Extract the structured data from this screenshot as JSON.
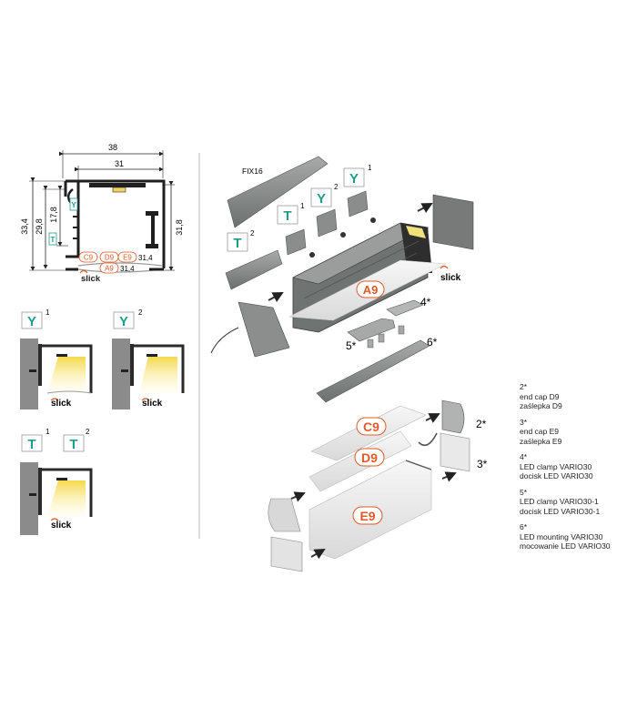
{
  "dimensions": {
    "width_total": "38",
    "width_inner": "31",
    "height_outer": "33,4",
    "height_inner": "29,8",
    "height_y": "17,8",
    "height_right": "31,8",
    "cover_width_top": "31,4",
    "cover_width_bottom": "31,4"
  },
  "profile_codes": {
    "y": "Y",
    "t": "T",
    "c9": "C9",
    "d9": "D9",
    "e9": "E9",
    "a9": "A9"
  },
  "brand": "slick",
  "exploded": {
    "fix16": "FIX16",
    "y1_sup": "1",
    "y2_sup": "2",
    "t1_sup": "1",
    "t2_sup": "2",
    "label_4": "4*",
    "label_5": "5*",
    "label_6": "6*",
    "label_2": "2*",
    "label_3": "3*"
  },
  "mounting": {
    "y1_sup": "1",
    "y2_sup": "2",
    "t1_sup": "1",
    "t2_sup": "2"
  },
  "notes": [
    {
      "num": "2*",
      "en": "end cap D9",
      "pl": "zaślepka D9"
    },
    {
      "num": "3*",
      "en": "end cap E9",
      "pl": "zaślepka E9"
    },
    {
      "num": "4*",
      "en": "LED clamp VARIO30",
      "pl": "docisk LED VARIO30"
    },
    {
      "num": "5*",
      "en": "LED clamp VARIO30-1",
      "pl": "docisk LED VARIO30-1"
    },
    {
      "num": "6*",
      "en": "LED mounting VARIO30",
      "pl": "mocowanie LED VARIO30"
    }
  ],
  "colors": {
    "teal": "#1e9d8a",
    "orange": "#e05a2b",
    "profile": "#2b2b2b",
    "aluminium": "#8a8d8c",
    "wall": "#8b8b8b",
    "light": "#f2e07a"
  }
}
